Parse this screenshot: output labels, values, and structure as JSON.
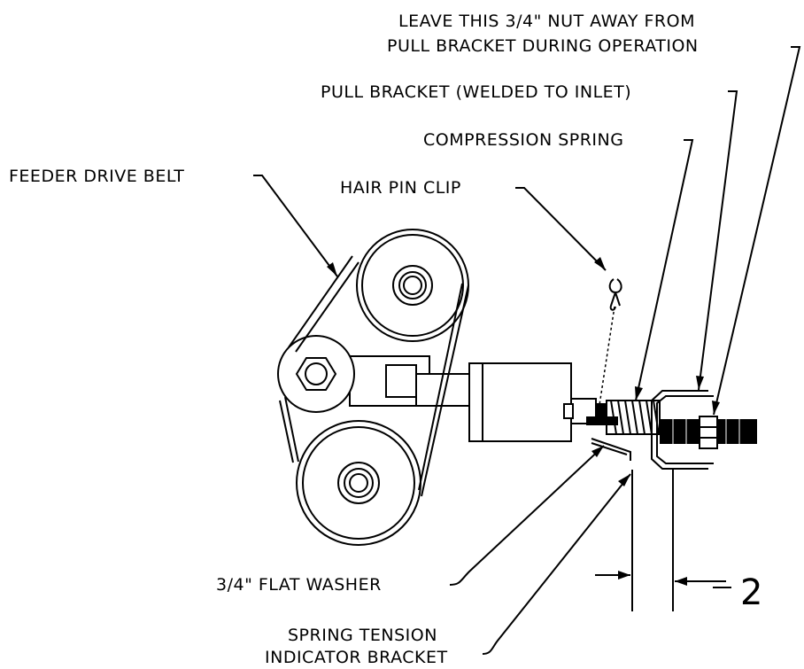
{
  "labels": {
    "nut_line1": "LEAVE THIS 3/4\" NUT AWAY FROM",
    "nut_line2": "PULL BRACKET DURING OPERATION",
    "pull_bracket": "PULL BRACKET (WELDED TO INLET)",
    "compression_spring": "COMPRESSION SPRING",
    "feeder_drive_belt": "FEEDER DRIVE BELT",
    "hair_pin_clip": "HAIR PIN CLIP",
    "flat_washer": "3/4\" FLAT WASHER",
    "indicator_line1": "SPRING TENSION",
    "indicator_line2": "INDICATOR BRACKET"
  },
  "dimension": {
    "value": "2"
  }
}
